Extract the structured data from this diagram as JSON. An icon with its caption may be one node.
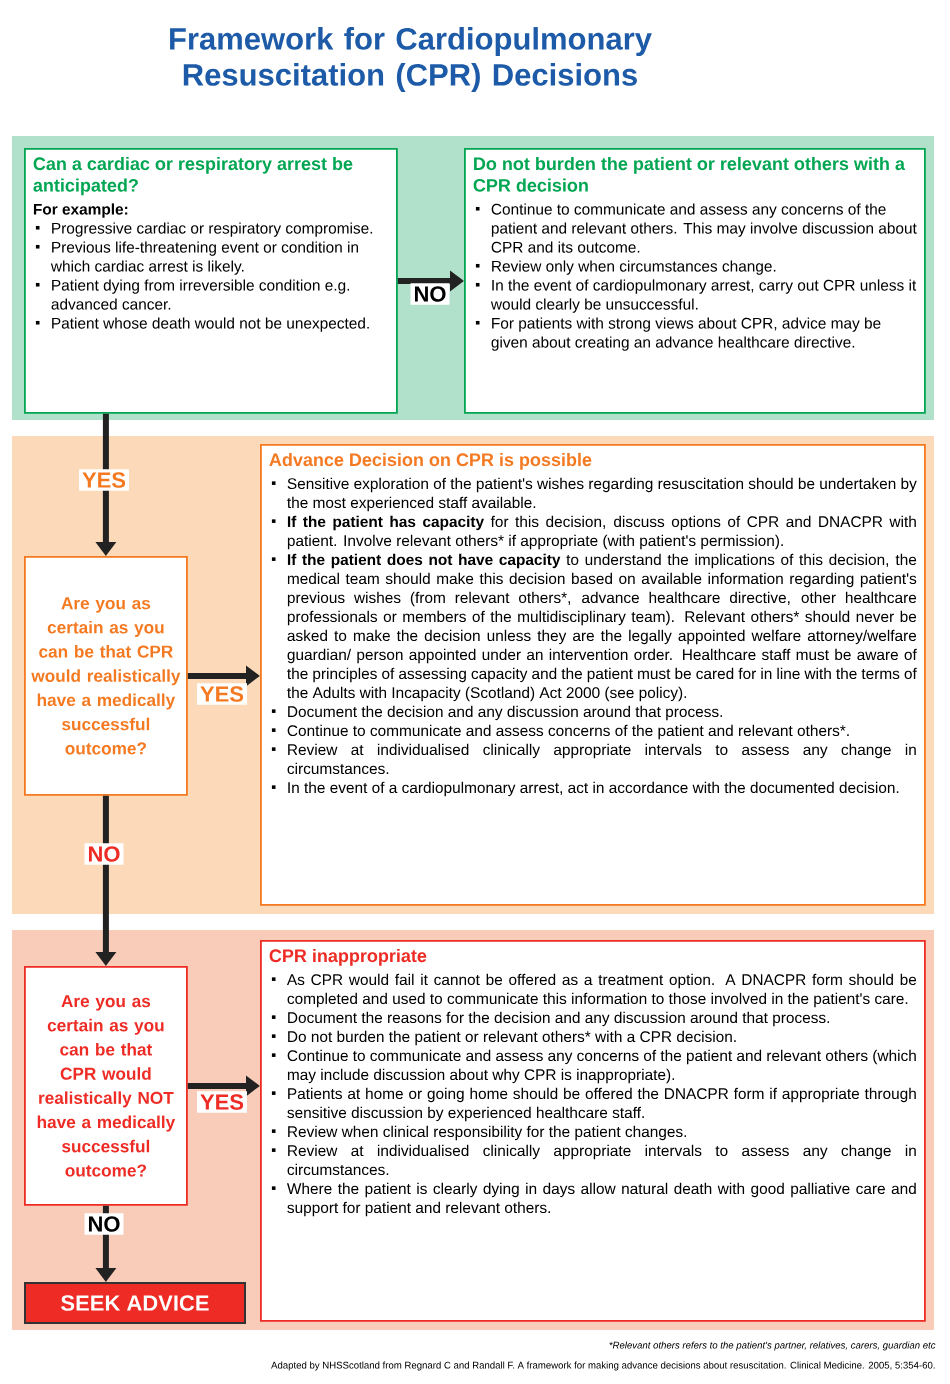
{
  "diagram": {
    "title": "Framework for Cardiopulmonary Resuscitation (CPR) Decisions",
    "nodes": [
      {
        "text": [
          "Can a cardiac or respiratory arrest be anticipated?",
          "For example:",
          "Progressive cardiac or respiratory compromise.",
          "Previous life-threatening event or condition in which cardiac arrest is likely.",
          "Patient dying from irreversible condition e.g. advanced cancer.",
          "Patient whose death would not be unexpected."
        ]
      },
      {
        "text": [
          "Do not burden the patient or relevant others with a CPR decision",
          "Continue to communicate and assess any concerns of the patient and relevant others. This may involve discussion about CPR and its outcome.",
          "Review only when circumstances change.",
          "In the event of cardiopulmonary arrest, carry out CPR unless it would clearly be unsuccessful.",
          "For patients with strong views about CPR, advice may be given about creating an advance healthcare directive."
        ]
      },
      {
        "text": [
          "Are you as certain as you can be that CPR would realistically have a medically successful outcome?"
        ]
      },
      {
        "text": [
          "Advance Decision on CPR is possible",
          "Sensitive exploration of the patient's wishes regarding resuscitation should be undertaken by the most experienced staff available.",
          "**If the patient has capacity** for this decision, discuss options of CPR and DNACPR with patient. Involve relevant others* if appropriate (with patient's permission).",
          "**If the patient does not have capacity** to understand the implications of this decision, the medical team should make this decision based on available information regarding patient's previous wishes (from relevant others*, advance healthcare directive, other healthcare professionals or members of the multidisciplinary team). Relevant others* should never be asked to make the decision unless they are the legally appointed welfare attorney/welfare guardian/ person appointed under an intervention order. Healthcare staff must be aware of the principles of assessing capacity and the patient must be cared for in line with the terms of the Adults with Incapacity (Scotland) Act 2000 (see policy).",
          "Document the decision and any discussion around that process.",
          "Continue to communicate and assess concerns of the patient and relevant others*.",
          "Review at individualised clinically appropriate intervals to assess any change in circumstances.",
          "In the event of a cardiopulmonary arrest, act in accordance with the documented decision."
        ]
      },
      {
        "text": [
          "Are you as certain as you can be that CPR would realistically NOT have a medically successful outcome?"
        ]
      },
      {
        "text": [
          "CPR inappropriate",
          "As CPR would fail it cannot be offered as a treatment option. A DNACPR form should be completed and used to communicate this information to those involved in the patient's care.",
          "Document the reasons for the decision and any discussion around that process.",
          "Do not burden the patient or relevant others* with a CPR decision.",
          "Continue to communicate and assess any concerns of the patient and relevant others (which may include discussion about why CPR is inappropriate).",
          "Patients at home or going home should be offered the DNACPR form if appropriate through sensitive discussion by experienced healthcare staff.",
          "Review when clinical responsibility for the patient changes.",
          "Review at individualised clinically appropriate intervals to assess any change in circumstances.",
          "Where the patient is clearly dying in days allow natural death with good palliative care and support for patient and relevant others."
        ]
      },
      {
        "text": [
          "SEEK ADVICE"
        ]
      }
    ],
    "edges": [
      {
        "from": 0,
        "to": 1,
        "arrow": "to",
        "label": "NO"
      },
      {
        "from": 0,
        "to": 2,
        "arrow": "to",
        "label": "YES"
      },
      {
        "from": 2,
        "to": 3,
        "arrow": "to",
        "label": "YES"
      },
      {
        "from": 2,
        "to": 4,
        "arrow": "to",
        "label": "NO"
      },
      {
        "from": 4,
        "to": 5,
        "arrow": "to",
        "label": "YES"
      },
      {
        "from": 4,
        "to": 6,
        "arrow": "to",
        "label": "NO"
      }
    ],
    "labels": [
      "*Relevant others refers to the patient's partner, relatives, carers, guardian etc",
      "Adapted by NHSScotland from Regnard C and Randall F. A framework for making advance decisions about resuscitation. Clinical Medicine. 2005, 5:354-60."
    ]
  }
}
